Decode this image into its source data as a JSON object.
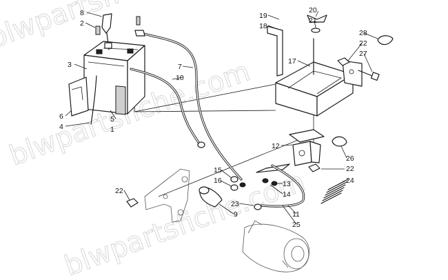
{
  "diagram": {
    "watermark": "blwpartsfiche.com",
    "callouts": [
      {
        "id": "c8",
        "label": "8"
      },
      {
        "id": "c2",
        "label": "2"
      },
      {
        "id": "c3",
        "label": "3"
      },
      {
        "id": "c6",
        "label": "6"
      },
      {
        "id": "c4",
        "label": "4"
      },
      {
        "id": "c5",
        "label": "5"
      },
      {
        "id": "c1",
        "label": "1"
      },
      {
        "id": "c7",
        "label": "7"
      },
      {
        "id": "c10",
        "label": "10"
      },
      {
        "id": "c19",
        "label": "19"
      },
      {
        "id": "c20",
        "label": "20"
      },
      {
        "id": "c18",
        "label": "18"
      },
      {
        "id": "c21",
        "label": "21"
      },
      {
        "id": "c28",
        "label": "28"
      },
      {
        "id": "c22a",
        "label": "22"
      },
      {
        "id": "c27",
        "label": "27"
      },
      {
        "id": "c17",
        "label": "17"
      },
      {
        "id": "c12",
        "label": "12"
      },
      {
        "id": "c26",
        "label": "26"
      },
      {
        "id": "c22b",
        "label": "22"
      },
      {
        "id": "c15",
        "label": "15"
      },
      {
        "id": "c16",
        "label": "16"
      },
      {
        "id": "c13",
        "label": "13"
      },
      {
        "id": "c14",
        "label": "14"
      },
      {
        "id": "c24",
        "label": "24"
      },
      {
        "id": "c22c",
        "label": "22"
      },
      {
        "id": "c23",
        "label": "23"
      },
      {
        "id": "c9",
        "label": "9"
      },
      {
        "id": "c11",
        "label": "11"
      },
      {
        "id": "c25",
        "label": "25"
      }
    ]
  }
}
